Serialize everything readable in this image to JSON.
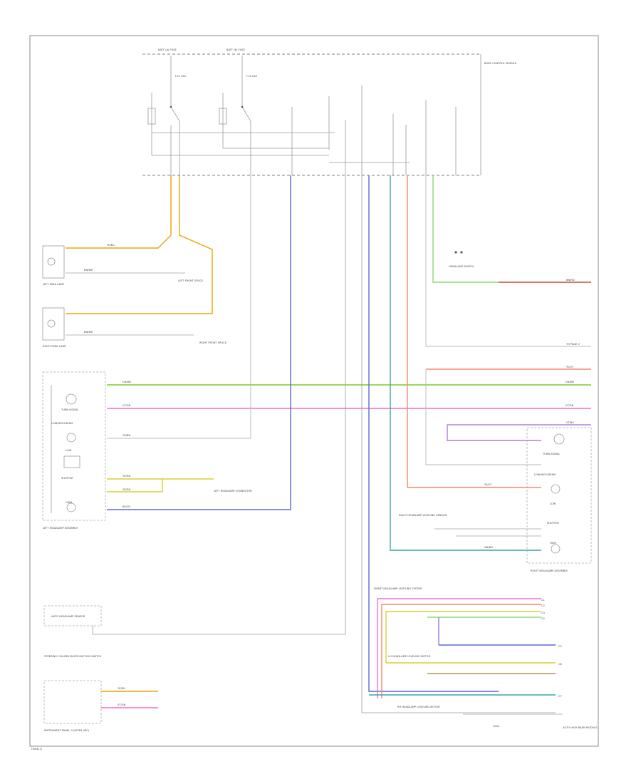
{
  "diagram": {
    "page_code": "H0041/1",
    "components": {
      "bcm": "BODY CONTROL MODULE",
      "left_park_lamp": "LEFT PARK LAMP",
      "right_park_lamp": "RIGHT PARK LAMP",
      "left_headlamp_assembly": "LEFT HEADLAMP ASSEMBLY",
      "right_headlamp_assembly": "RIGHT HEADLAMP ASSEMBLY",
      "auto_headlamp_sensor": "AUTO HEADLAMP SENSOR",
      "steering_column_switch": "STEERING COLUMN MULTIFUNCTION SWITCH",
      "instrument_cluster": "INSTRUMENT PANEL CLUSTER (IPC)",
      "lh_headlamp_leveling": "LH HEADLAMP LEVELING MOTOR",
      "rh_headlamp_leveling": "RH HEADLAMP LEVELING MOTOR",
      "auto_high_beam": "AUTO HIGH BEAM MODULE"
    },
    "left_lamp_parts": {
      "turn_signal": "TURN SIGNAL",
      "low_high": "LOW/HIGH BEAM",
      "low": "LOW",
      "shutter": "SHUTTER",
      "high": "HIGH"
    },
    "right_lamp_parts": {
      "turn_signal": "TURN SIGNAL",
      "low_high": "LOW/HIGH BEAM",
      "low": "LOW",
      "shutter": "SHUTTER",
      "high": "HIGH"
    },
    "fuse_labels": {
      "fuse_a": "BATT (A) FUSE",
      "fuse_b": "BATT (B) FUSE",
      "fuse_c": "F12 15A",
      "fuse_d": "F13 15A"
    },
    "wire_codes": {
      "org": "YE/BU",
      "grn": "GN/BN",
      "pnk": "VT/GN",
      "blu": "BU/GY",
      "teal": "GN/BU",
      "sal": "YE/VT",
      "red": "BN/RD",
      "ylw": "YE/GN",
      "vio": "VT/BU",
      "brn": "BN/WH",
      "gry": "GY/BN"
    },
    "right_connectors": [
      "C1",
      "C2",
      "C3",
      "C4",
      "C5",
      "C6",
      "C7"
    ],
    "misc": {
      "to_page2": "TO PAGE 2",
      "ground": "G101",
      "left_splice": "LEFT FRONT SPLICE",
      "right_splice": "RIGHT FRONT SPLICE",
      "connector_note": "LEFT HEADLAMP CONNECTOR",
      "lighting_system": "SMART HEADLAMP LEVELING SYSTEM",
      "headlamp_sw": "HEADLAMP SWITCH",
      "right_note": "RIGHT HEADLAMP LEVELING SENSOR"
    }
  }
}
